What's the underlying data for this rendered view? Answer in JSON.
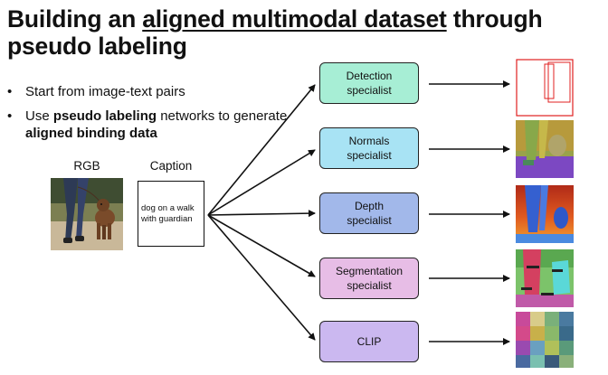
{
  "title": {
    "part1": "Building an ",
    "underlined": "aligned multimodal dataset",
    "part2": " through pseudo labeling"
  },
  "bullets": [
    {
      "pre": "Start from image-text pairs",
      "bold": "",
      "post": ""
    },
    {
      "pre": "Use ",
      "bold": "pseudo labeling",
      "post": " networks to generate ",
      "bold2": "aligned binding data"
    }
  ],
  "bullet_glyph": "•",
  "inputs": {
    "rgb_label": "RGB",
    "caption_label": "Caption",
    "caption_text": "dog on a walk with guardian"
  },
  "specialists": [
    {
      "label": "Detection\nspecialist",
      "color": "#a7eed5"
    },
    {
      "label": "Normals\nspecialist",
      "color": "#a8e3f4"
    },
    {
      "label": "Depth\nspecialist",
      "color": "#a2b8ea"
    },
    {
      "label": "Segmentation\nspecialist",
      "color": "#e7bde6"
    },
    {
      "label": "CLIP",
      "color": "#cbb8f0"
    }
  ],
  "outputs": [
    {
      "icon": "detection-boxes-image",
      "accent": "#e02020"
    },
    {
      "icon": "surface-normals-image",
      "accent": "#8a9a3a"
    },
    {
      "icon": "depth-map-image",
      "accent": "#3f6fd8"
    },
    {
      "icon": "segmentation-mask-image",
      "accent": "#d44060"
    },
    {
      "icon": "clip-feature-image",
      "accent": "#8aa86a"
    }
  ]
}
